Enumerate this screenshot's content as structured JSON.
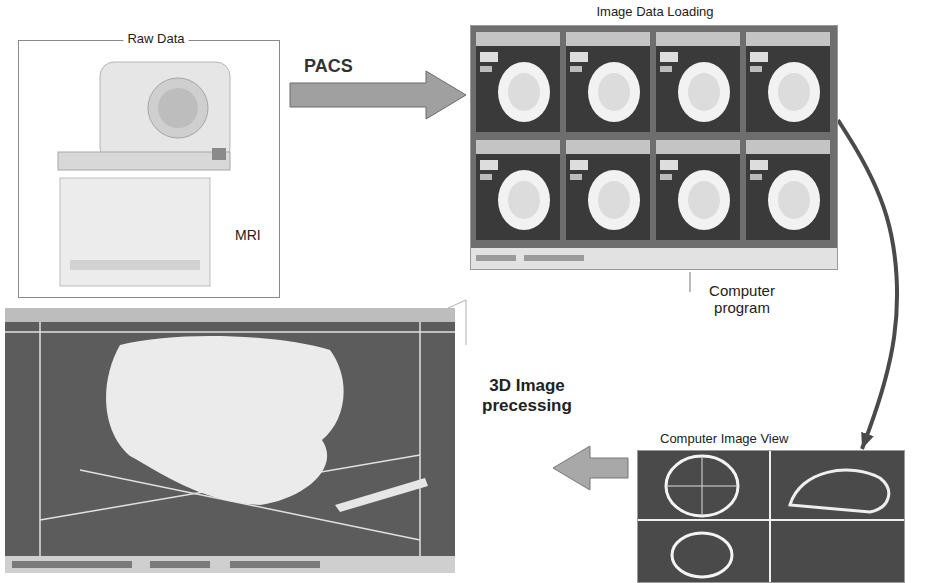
{
  "diagram": {
    "nodes": [
      {
        "text": [
          "Raw Data",
          "MRI"
        ]
      },
      {
        "text": [
          "Image Data Loading"
        ]
      },
      {
        "text": [
          "Computer Image View"
        ]
      }
    ],
    "edges": [
      {
        "from": 0,
        "to": 1,
        "arrow": "to",
        "label": "PACS"
      },
      {
        "from": 1,
        "to": 2,
        "arrow": "to"
      }
    ],
    "labels": [
      "Computer program",
      "3D Image precessing"
    ]
  }
}
